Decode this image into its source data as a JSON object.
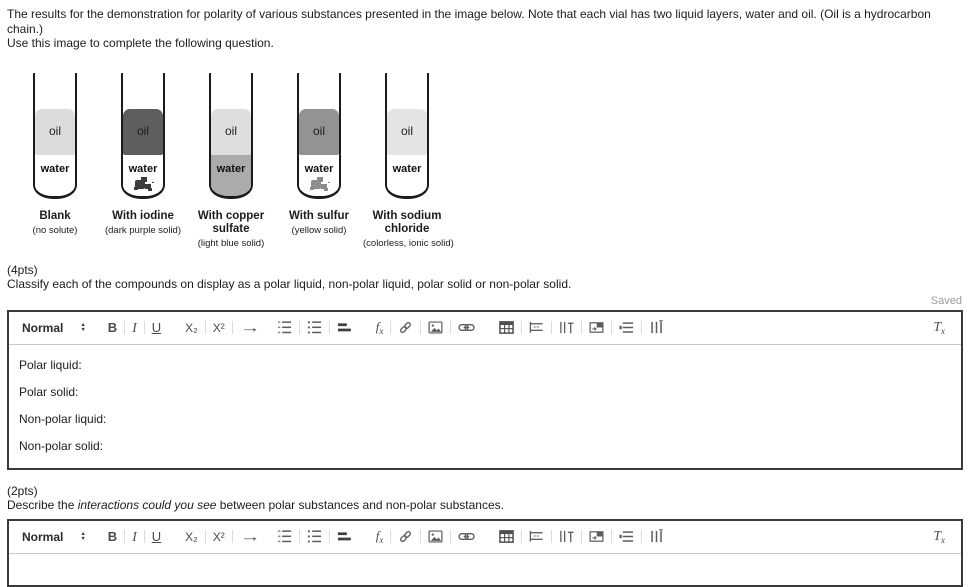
{
  "colors": {
    "text": "#1c1c1c",
    "muted": "#9b9b9b",
    "editor-border": "#3a3a3a",
    "toolbar-icon": "#4a4a4a",
    "toolbar-divider": "#dcdcdc",
    "toolbar-rule": "#c9c9c9",
    "tube-outline": "#1b1b1b"
  },
  "header": {
    "line1": "The results for the demonstration for polarity of various substances presented in the image below. Note that each vial has two liquid layers, water and oil. (Oil is a hydrocarbon chain.)",
    "line2": "Use this image to complete the following question."
  },
  "vials": [
    {
      "oil_label": "oil",
      "water_label": "water",
      "name": "Blank",
      "note": "(no solute)",
      "oil_color": "#dcdcdc",
      "water_color": "#ffffff"
    },
    {
      "oil_label": "oil",
      "water_label": "water",
      "name": "With iodine",
      "note": "(dark purple solid)",
      "oil_color": "#5e5e5e",
      "water_color": "#ffffff",
      "solid_color": "#3d3d3d"
    },
    {
      "oil_label": "oil",
      "water_label": "water",
      "name": "With copper sulfate",
      "note": "(light blue solid)",
      "oil_color": "#dedede",
      "water_color": "#ababab"
    },
    {
      "oil_label": "oil",
      "water_label": "water",
      "name": "With sulfur",
      "note": "(yellow solid)",
      "oil_color": "#939393",
      "water_color": "#ffffff",
      "solid_color": "#8d8d8d"
    },
    {
      "oil_label": "oil",
      "water_label": "water",
      "name": "With sodium chloride",
      "note": "(colorless, ionic solid)",
      "oil_color": "#e4e4e4",
      "water_color": "#ffffff"
    }
  ],
  "question1": {
    "points": "(4pts)",
    "text": "Classify each of the compounds on display as a polar liquid, non-polar liquid, polar solid or non-polar solid.",
    "status": "Saved"
  },
  "editor_toolbar": {
    "style_label": "Normal",
    "bold": "B",
    "italic": "I",
    "underline": "U",
    "subscript": "X₂",
    "superscript": "X²",
    "insert_arrow": "→",
    "equation_f": "f",
    "equation_x": "x",
    "clear_t": "T",
    "clear_x": "x",
    "icons": {
      "style_arrows_up": "▲",
      "style_arrows_down": "▼",
      "numbered_list": "numbered-list",
      "bulleted_list": "bulleted-list",
      "align": "align-lines",
      "attachment": "attachment",
      "image": "image",
      "link": "link",
      "table": "insert-table",
      "insert_row": "insert-row",
      "insert_column": "insert-column",
      "merge_cells": "merge-cells",
      "row_properties": "row-properties",
      "column_properties": "column-properties"
    }
  },
  "editor1": {
    "lines": [
      "Polar liquid:",
      "Polar solid:",
      "Non-polar liquid:",
      "Non-polar solid:"
    ]
  },
  "question2": {
    "points": "(2pts)",
    "prefix": "Describe the ",
    "italic": "interactions could you see",
    "suffix": " between polar substances and non-polar substances."
  },
  "editor2": {
    "content": ""
  }
}
